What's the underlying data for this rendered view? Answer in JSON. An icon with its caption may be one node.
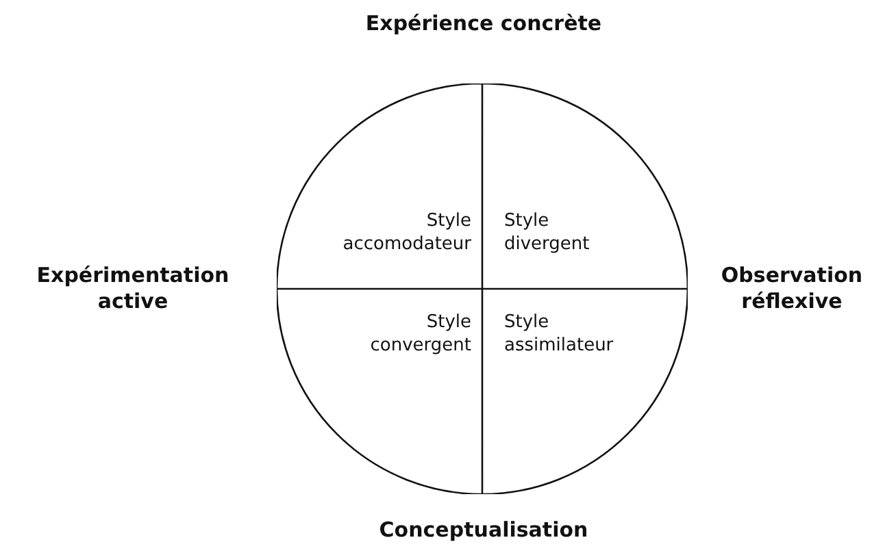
{
  "diagram": {
    "nodes": [
      {
        "text": [],
        "shape": "circle"
      },
      {
        "text": [
          "Style accomodateur"
        ],
        "in": 0
      },
      {
        "text": [
          "Style divergent"
        ],
        "in": 0
      },
      {
        "text": [
          "Style convergent"
        ],
        "in": 0
      },
      {
        "text": [
          "Style assimilateur"
        ],
        "in": 0
      }
    ],
    "labels": [
      "Expérience concrète",
      "Expérimentation active",
      "Observation réflexive",
      "Conceptualisation"
    ]
  }
}
